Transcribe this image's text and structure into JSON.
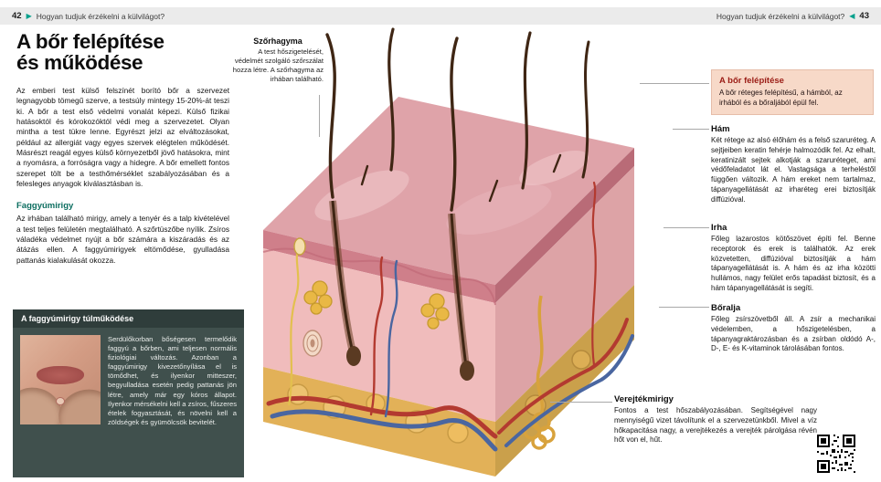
{
  "header": {
    "left_page": "42",
    "left_title": "Hogyan tudjuk érzékelni a külvilágot?",
    "right_title": "Hogyan tudjuk érzékelni a külvilágot?",
    "right_page": "43",
    "left_arrow": "▶",
    "right_arrow": "◀"
  },
  "article": {
    "title_line1": "A bőr felépítése",
    "title_line2": "és működése",
    "intro": "Az emberi test külső felszínét borító bőr a szervezet legnagyobb tömegű szerve, a testsúly mintegy 15-20%-át teszi ki. A bőr a test első védelmi vonalát képezi. Külső fizikai hatásoktól és kórokozóktól védi meg a szervezetet. Olyan mintha a test tükre lenne. Egyrészt jelzi az elváltozásokat, például az allergiát vagy egyes szervek elégtelen működését. Másrészt reagál egyes külső környezetből jövő hatásokra, mint a nyomásra, a forróságra vagy a hidegre. A bőr emellett fontos szerepet tölt be a testhőmérséklet szabályozásában és a felesleges anyagok kiválasztásban is."
  },
  "faggyumirigy": {
    "title": "Faggyúmirigy",
    "text": "Az irhában található mirigy, amely a tenyér és a talp kivételével a test teljes felületén megtalálható. A szőrtüszőbe nyílik. Zsíros váladéka védelmet nyújt a bőr számára a kiszáradás és az átázás ellen. A faggyúmirigyek eltömődése, gyulladása pattanás kialakulását okozza."
  },
  "dark_box": {
    "title": "A faggyúmirigy túlműködése",
    "text": "Serdülőkorban bőségesen termelődik faggyú a bőrben, ami teljesen normális fiziológiai változás. Azonban a faggyúmirigy kivezetőnyílása el is tömődhet, és ilyenkor mitteszer, begyulladása esetén pedig pattanás jön létre, amely már egy kóros állapot. Ilyenkor mérsékelni kell a zsíros, fűszeres ételek fogyasztását, és növelni kell a zöldségek és gyümölcsök bevitelét.",
    "photo_alt": "pattanás kinyomása"
  },
  "szorhagyma": {
    "title": "Szőrhagyma",
    "text": "A test hőszigetelését, védelmét szolgáló szőrszálat hozza létre. A szőrhagyma az irhában található."
  },
  "right": {
    "box": {
      "title": "A bőr felépítése",
      "text": "A bőr réteges felépítésű, a hámból, az irhából és a bőraljából épül fel."
    },
    "sections": [
      {
        "title": "Hám",
        "text": "Két rétege az alsó élőhám és a felső szaruréteg. A sejtjeiben keratin fehérje halmozódik fel. Az elhalt, keratinizált sejtek alkotják a szaruréteget, ami védőfeladatot lát el. Vastagsága a terheléstől függően változik. A hám ereket nem tartalmaz, tápanyagellátását az irharéteg erei biztosítják diffúzióval."
      },
      {
        "title": "Irha",
        "text": "Főleg lazarostos kötőszövet építi fel. Benne receptorok és erek is találhatók. Az erek közvetetten, diffúzióval biztosítják a hám tápanyagellátását is. A hám és az irha közötti hullámos, nagy felület erős tapadást biztosít, és a hám tápanyagellátását is segíti."
      },
      {
        "title": "Bőralja",
        "text": "Főleg zsírszövetből áll. A zsír a mechanikai védelemben, a hőszigetelésben, a tápanyagraktározásban és a zsírban oldódó A-, D-, E- és K-vitaminok tárolásában fontos."
      },
      {
        "title": "Verejtékmirigy",
        "text": "Fontos a test hőszabályozásában. Segítségével nagy mennyiségű vizet távolítunk el a szervezetünkből. Mivel a víz hőkapacitása nagy, a verejtékezés a verejték párolgása révén hőt von el, hűt."
      }
    ]
  },
  "colors": {
    "accent_teal": "#00a08c",
    "heading_teal": "#0c6e60",
    "dark_box_bg": "#40504d",
    "pink_box_bg": "#f7d9c8",
    "pink_box_title": "#9b1c15",
    "header_bg": "#ebebeb"
  }
}
